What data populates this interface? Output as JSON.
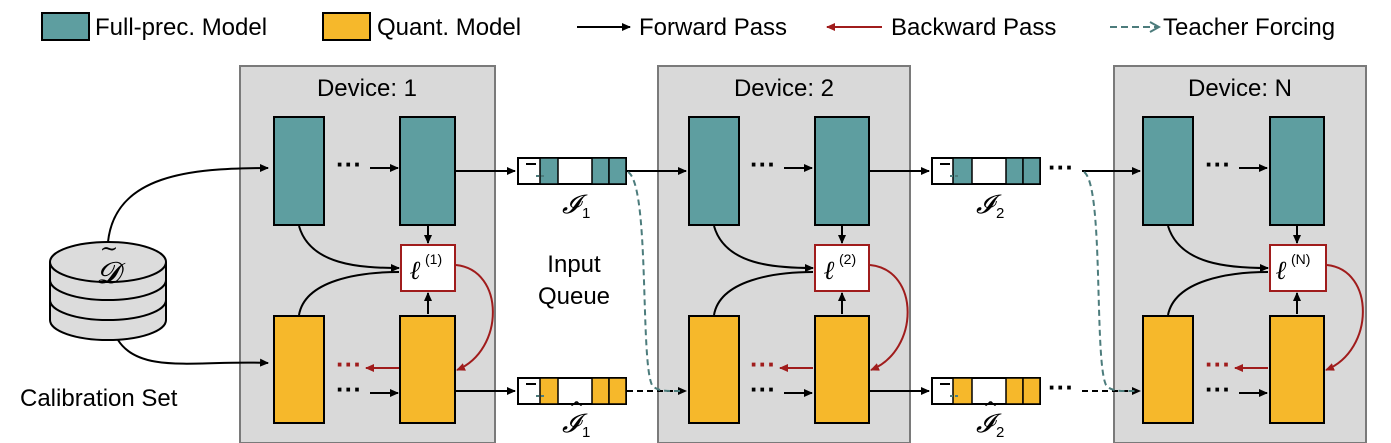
{
  "legend": {
    "full_precision_label": "Full-prec. Model",
    "quantized_label": "Quant. Model",
    "forward_label": "Forward Pass",
    "backward_label": "Backward Pass",
    "teacher_label": "Teacher Forcing"
  },
  "devices": [
    {
      "title": "Device: 1",
      "loss_base": "ℓ",
      "loss_sup": "(1)"
    },
    {
      "title": "Device: 2",
      "loss_base": "ℓ",
      "loss_sup": "(2)"
    },
    {
      "title": "Device: N",
      "loss_base": "ℓ",
      "loss_sup": "(N)"
    }
  ],
  "queues": {
    "fp_1": {
      "symbol": "𝓘",
      "sub": "1"
    },
    "fp_2": {
      "symbol": "𝓘",
      "sub": "2"
    },
    "q_1": {
      "symbol": "𝓘",
      "sub": "1"
    },
    "q_2": {
      "symbol": "𝓘",
      "sub": "2"
    }
  },
  "input_queue_label": [
    "Input",
    "Queue"
  ],
  "dataset": {
    "symbol": "𝓓",
    "label": "Calibration Set"
  },
  "colors": {
    "full_precision": "#5e9ea0",
    "quantized": "#f6b82b",
    "forward": "#000000",
    "backward": "#a01c1c",
    "teacher": "#4c7c7c",
    "device_bg": "#d9d9d9",
    "device_border": "#7a7a7a",
    "dataset_fill": "#dcdcdc"
  }
}
